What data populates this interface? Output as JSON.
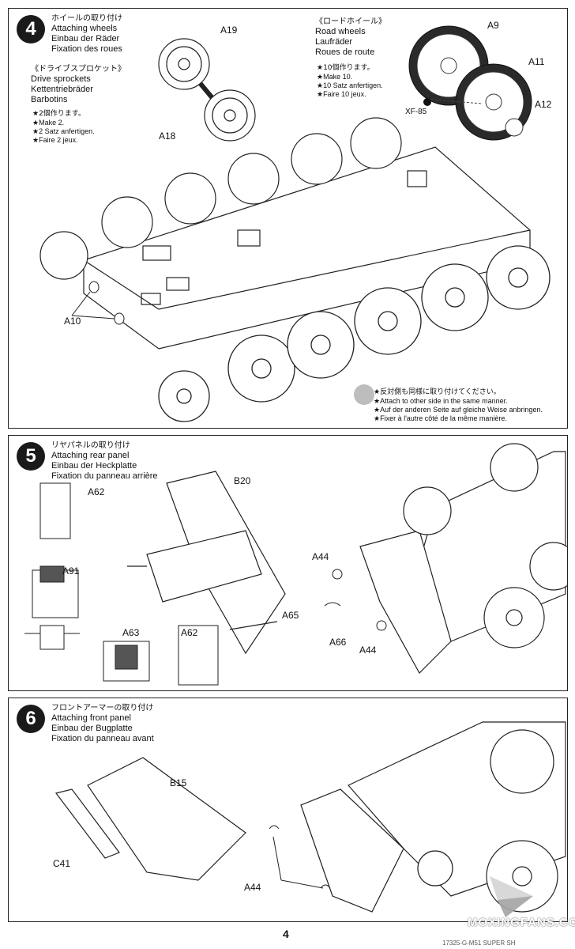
{
  "steps": {
    "step4": {
      "number": "4",
      "title_jp": "ホイールの取り付け",
      "title_en": "Attaching wheels",
      "title_de": "Einbau der Räder",
      "title_fr": "Fixation des roues",
      "sprocket": {
        "title_jp": "《ドライブスプロケット》",
        "en": "Drive sprockets",
        "de": "Kettentriebräder",
        "fr": "Barbotins",
        "note_jp": "★2個作ります。",
        "note_en": "★Make 2.",
        "note_de": "★2 Satz anfertigen.",
        "note_fr": "★Faire 2 jeux."
      },
      "roadwheel": {
        "title_jp": "《ロードホイール》",
        "en": "Road wheels",
        "de": "Laufräder",
        "fr": "Roues de route",
        "note_jp": "★10個作ります。",
        "note_en": "★Make 10.",
        "note_de": "★10 Satz anfertigen.",
        "note_fr": "★Faire 10 jeux."
      },
      "parts": {
        "a19": "A19",
        "a18": "A18",
        "a9": "A9",
        "a11": "A11",
        "a12": "A12",
        "xf85": "XF-85",
        "a10": "A10"
      },
      "other_side": {
        "jp": "★反対側も同様に取り付けてください。",
        "en": "★Attach to other side in the same manner.",
        "de": "★Auf der anderen Seite auf gleiche Weise anbringen.",
        "fr": "★Fixer à l'autre côté de la même manière."
      }
    },
    "step5": {
      "number": "5",
      "title_jp": "リヤパネルの取り付け",
      "title_en": "Attaching rear panel",
      "title_de": "Einbau der Heckplatte",
      "title_fr": "Fixation du panneau arrière",
      "parts": {
        "b20": "B20",
        "a62": "A62",
        "a62b": "A62",
        "a91": "A91",
        "a63": "A63",
        "a44": "A44",
        "a44b": "A44",
        "a65": "A65",
        "a66": "A66"
      }
    },
    "step6": {
      "number": "6",
      "title_jp": "フロントアーマーの取り付け",
      "title_en": "Attaching front panel",
      "title_de": "Einbau der Bugplatte",
      "title_fr": "Fixation du panneau avant",
      "parts": {
        "b15": "B15",
        "c41": "C41",
        "a44": "A44"
      }
    }
  },
  "page_number": "4",
  "footer_code": "17325-G-M51 SUPER SH",
  "watermark": "MOXINGFANS.COM",
  "colors": {
    "ink": "#111111",
    "tire": "#2a2a2a",
    "watermark": "#b8b8b8"
  }
}
